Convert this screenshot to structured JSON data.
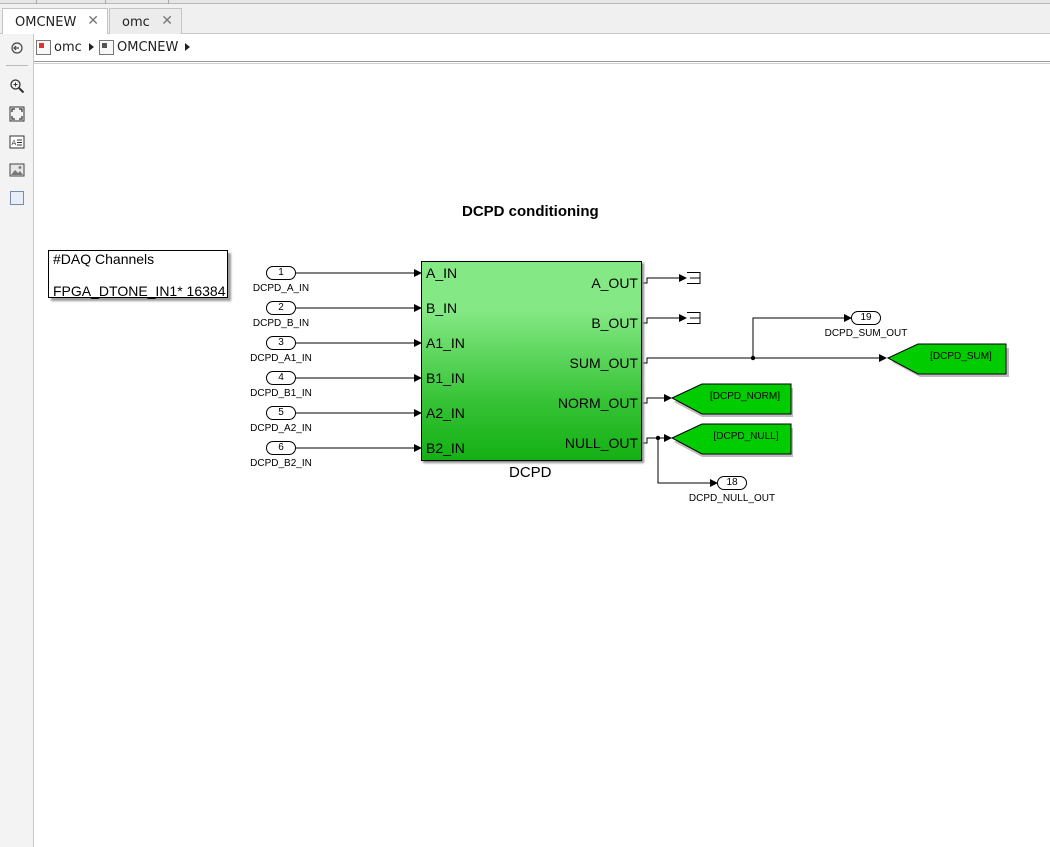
{
  "tabs": [
    {
      "label": "OMCNEW",
      "active": true
    },
    {
      "label": "omc",
      "active": false
    }
  ],
  "breadcrumb": [
    {
      "label": "omc"
    },
    {
      "label": "OMCNEW"
    }
  ],
  "toolbar": {
    "icons": [
      "hide-explorer-icon",
      "zoom-icon",
      "fit-to-view-icon",
      "annotation-icon",
      "image-icon",
      "area-icon"
    ]
  },
  "diagram": {
    "title": "DCPD conditioning",
    "note": {
      "line1": "#DAQ Channels",
      "line2": "FPGA_DTONE_IN1* 16384"
    },
    "inports": [
      {
        "number": "1",
        "name": "DCPD_A_IN"
      },
      {
        "number": "2",
        "name": "DCPD_B_IN"
      },
      {
        "number": "3",
        "name": "DCPD_A1_IN"
      },
      {
        "number": "4",
        "name": "DCPD_B1_IN"
      },
      {
        "number": "5",
        "name": "DCPD_A2_IN"
      },
      {
        "number": "6",
        "name": "DCPD_B2_IN"
      }
    ],
    "subsystem": {
      "name": "DCPD",
      "inputs": [
        "A_IN",
        "B_IN",
        "A1_IN",
        "B1_IN",
        "A2_IN",
        "B2_IN"
      ],
      "outputs": [
        "A_OUT",
        "B_OUT",
        "SUM_OUT",
        "NORM_OUT",
        "NULL_OUT"
      ]
    },
    "outports": [
      {
        "number": "19",
        "name": "DCPD_SUM_OUT"
      },
      {
        "number": "18",
        "name": "DCPD_NULL_OUT"
      }
    ],
    "gotos": [
      {
        "tag": "[DCPD_SUM]"
      },
      {
        "tag": "[DCPD_NORM]"
      },
      {
        "tag": "[DCPD_NULL]"
      }
    ],
    "colors": {
      "block_green": "#14b014",
      "goto_green": "#00cc00"
    }
  }
}
